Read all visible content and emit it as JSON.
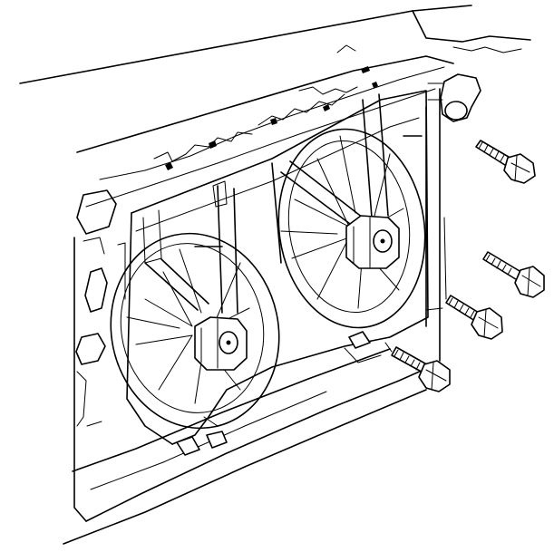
{
  "figure": {
    "background": "#ffffff",
    "line_color": "#000000",
    "parts": [
      "radiator-support",
      "radiator",
      "fan-shroud",
      "left-cooling-fan",
      "right-cooling-fan",
      "left-fan-motor",
      "right-fan-motor",
      "coolant-hose",
      "shroud-bolt",
      "shroud-bolt",
      "shroud-bolt",
      "shroud-bolt"
    ]
  }
}
